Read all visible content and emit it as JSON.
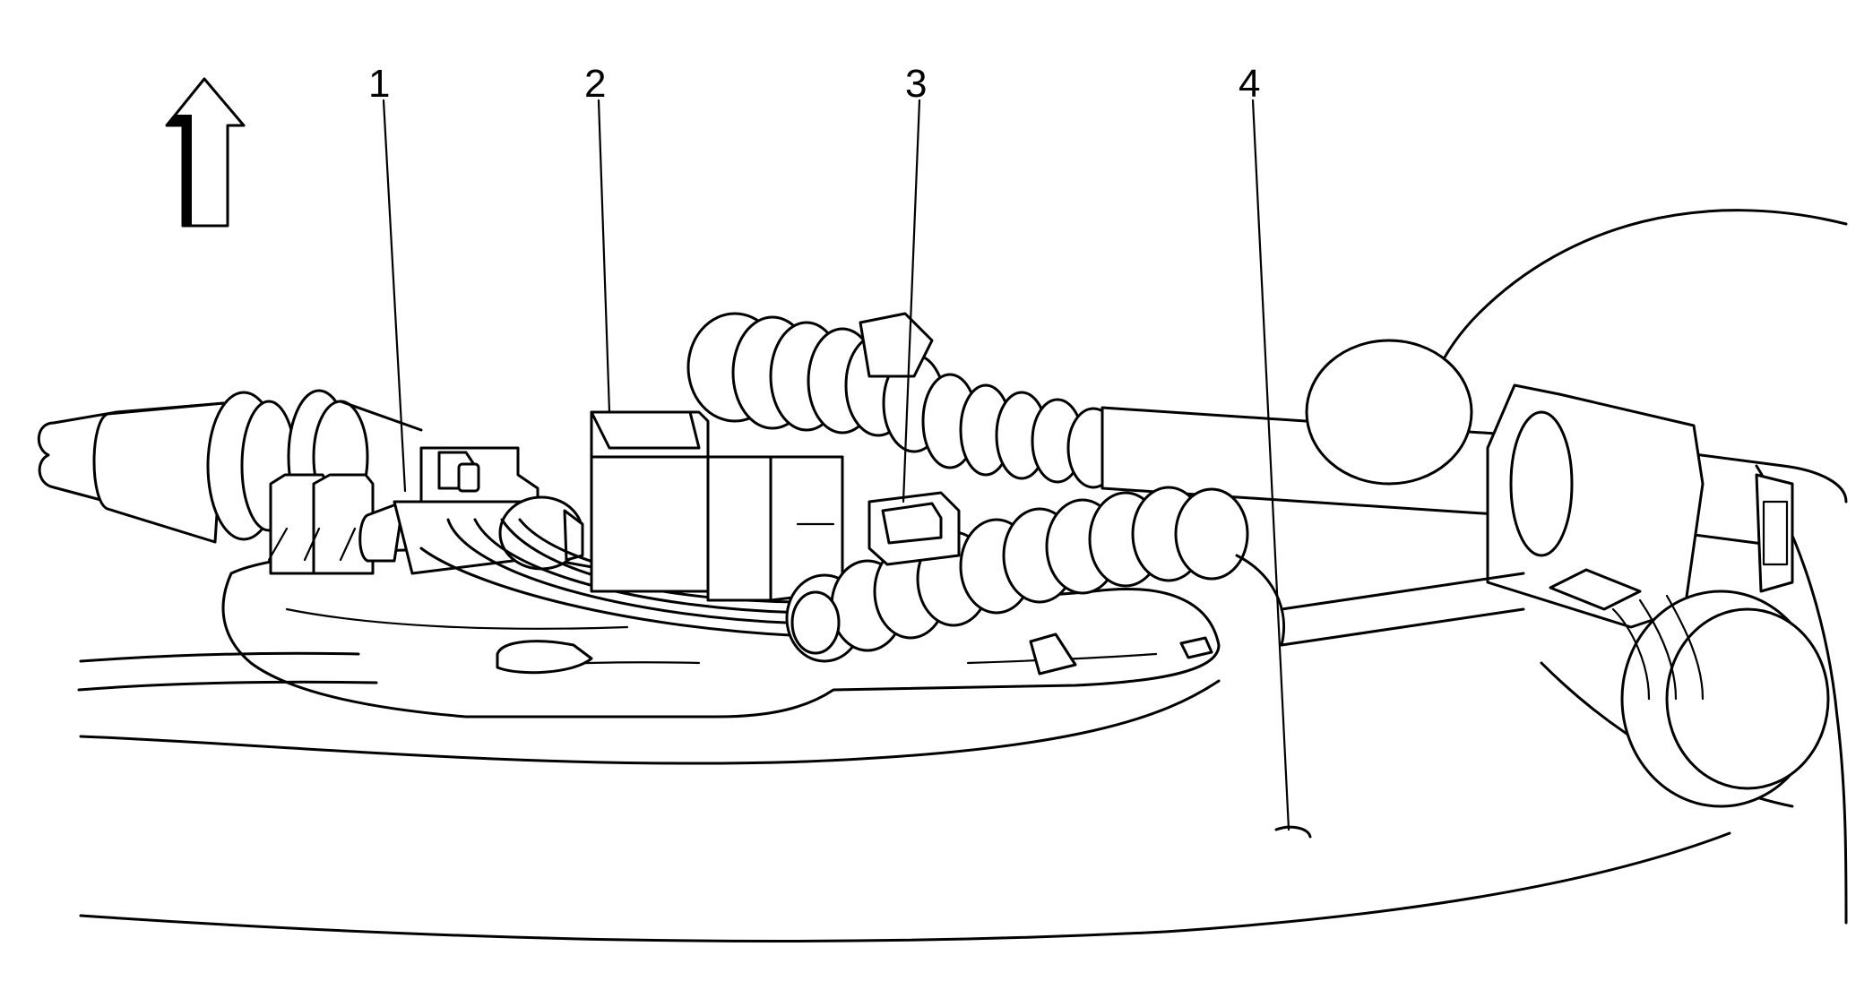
{
  "callouts": [
    {
      "id": "1",
      "label": "1"
    },
    {
      "id": "2",
      "label": "2"
    },
    {
      "id": "3",
      "label": "3"
    },
    {
      "id": "4",
      "label": "4"
    }
  ],
  "icons": {
    "direction": "up-arrow-icon"
  }
}
